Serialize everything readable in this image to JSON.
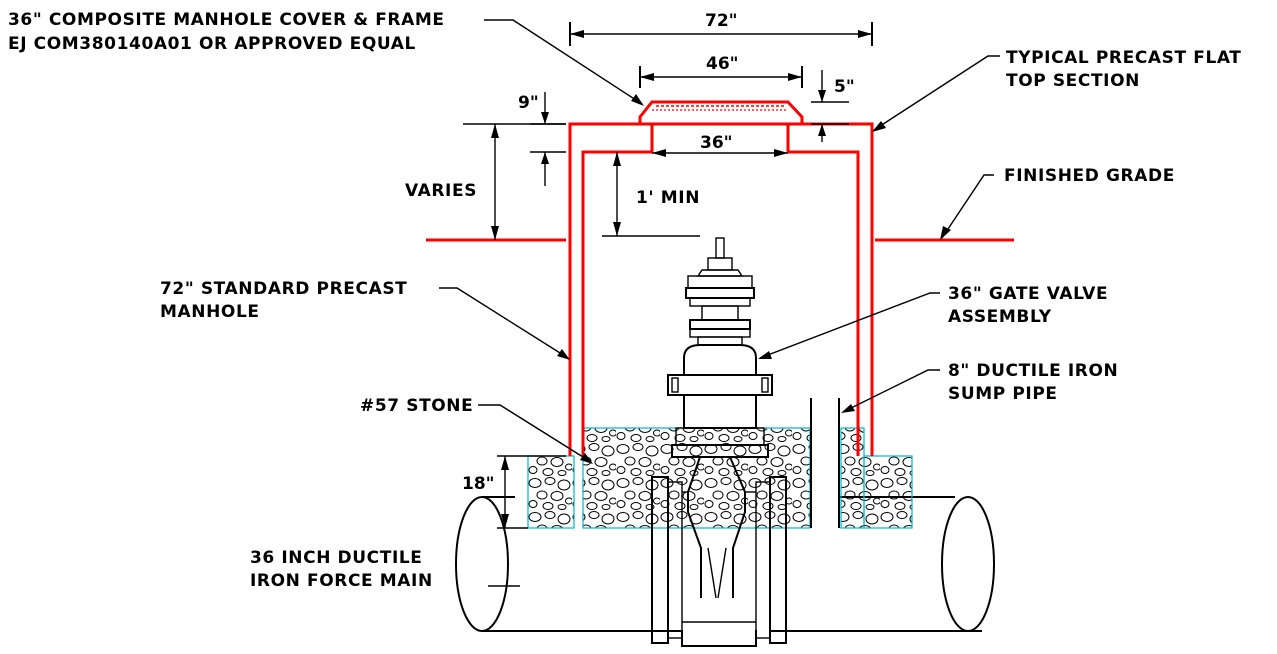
{
  "colors": {
    "manhole": "#ff0000",
    "stone_border": "#00b8c8",
    "linework": "#000000",
    "background": "#ffffff"
  },
  "labels": {
    "cover_line1": "36\" COMPOSITE MANHOLE COVER & FRAME",
    "cover_line2": "EJ COM380140A01 OR APPROVED EQUAL",
    "flat_top_line1": "TYPICAL PRECAST FLAT",
    "flat_top_line2": "TOP SECTION",
    "finished_grade": "FINISHED GRADE",
    "manhole_line1": "72\" STANDARD PRECAST",
    "manhole_line2": "MANHOLE",
    "gate_valve_line1": "36\" GATE VALVE",
    "gate_valve_line2": "ASSEMBLY",
    "sump_line1": "8\" DUCTILE IRON",
    "sump_line2": "SUMP PIPE",
    "stone": "#57 STONE",
    "force_main_line1": "36 INCH DUCTILE",
    "force_main_line2": "IRON FORCE MAIN",
    "varies": "VARIES",
    "min_depth": "1' MIN"
  },
  "dimensions": {
    "outer_width": "72\"",
    "cover_width": "46\"",
    "opening_width": "36\"",
    "cover_height": "5\"",
    "slab_thickness": "9\"",
    "stone_depth": "18\""
  }
}
